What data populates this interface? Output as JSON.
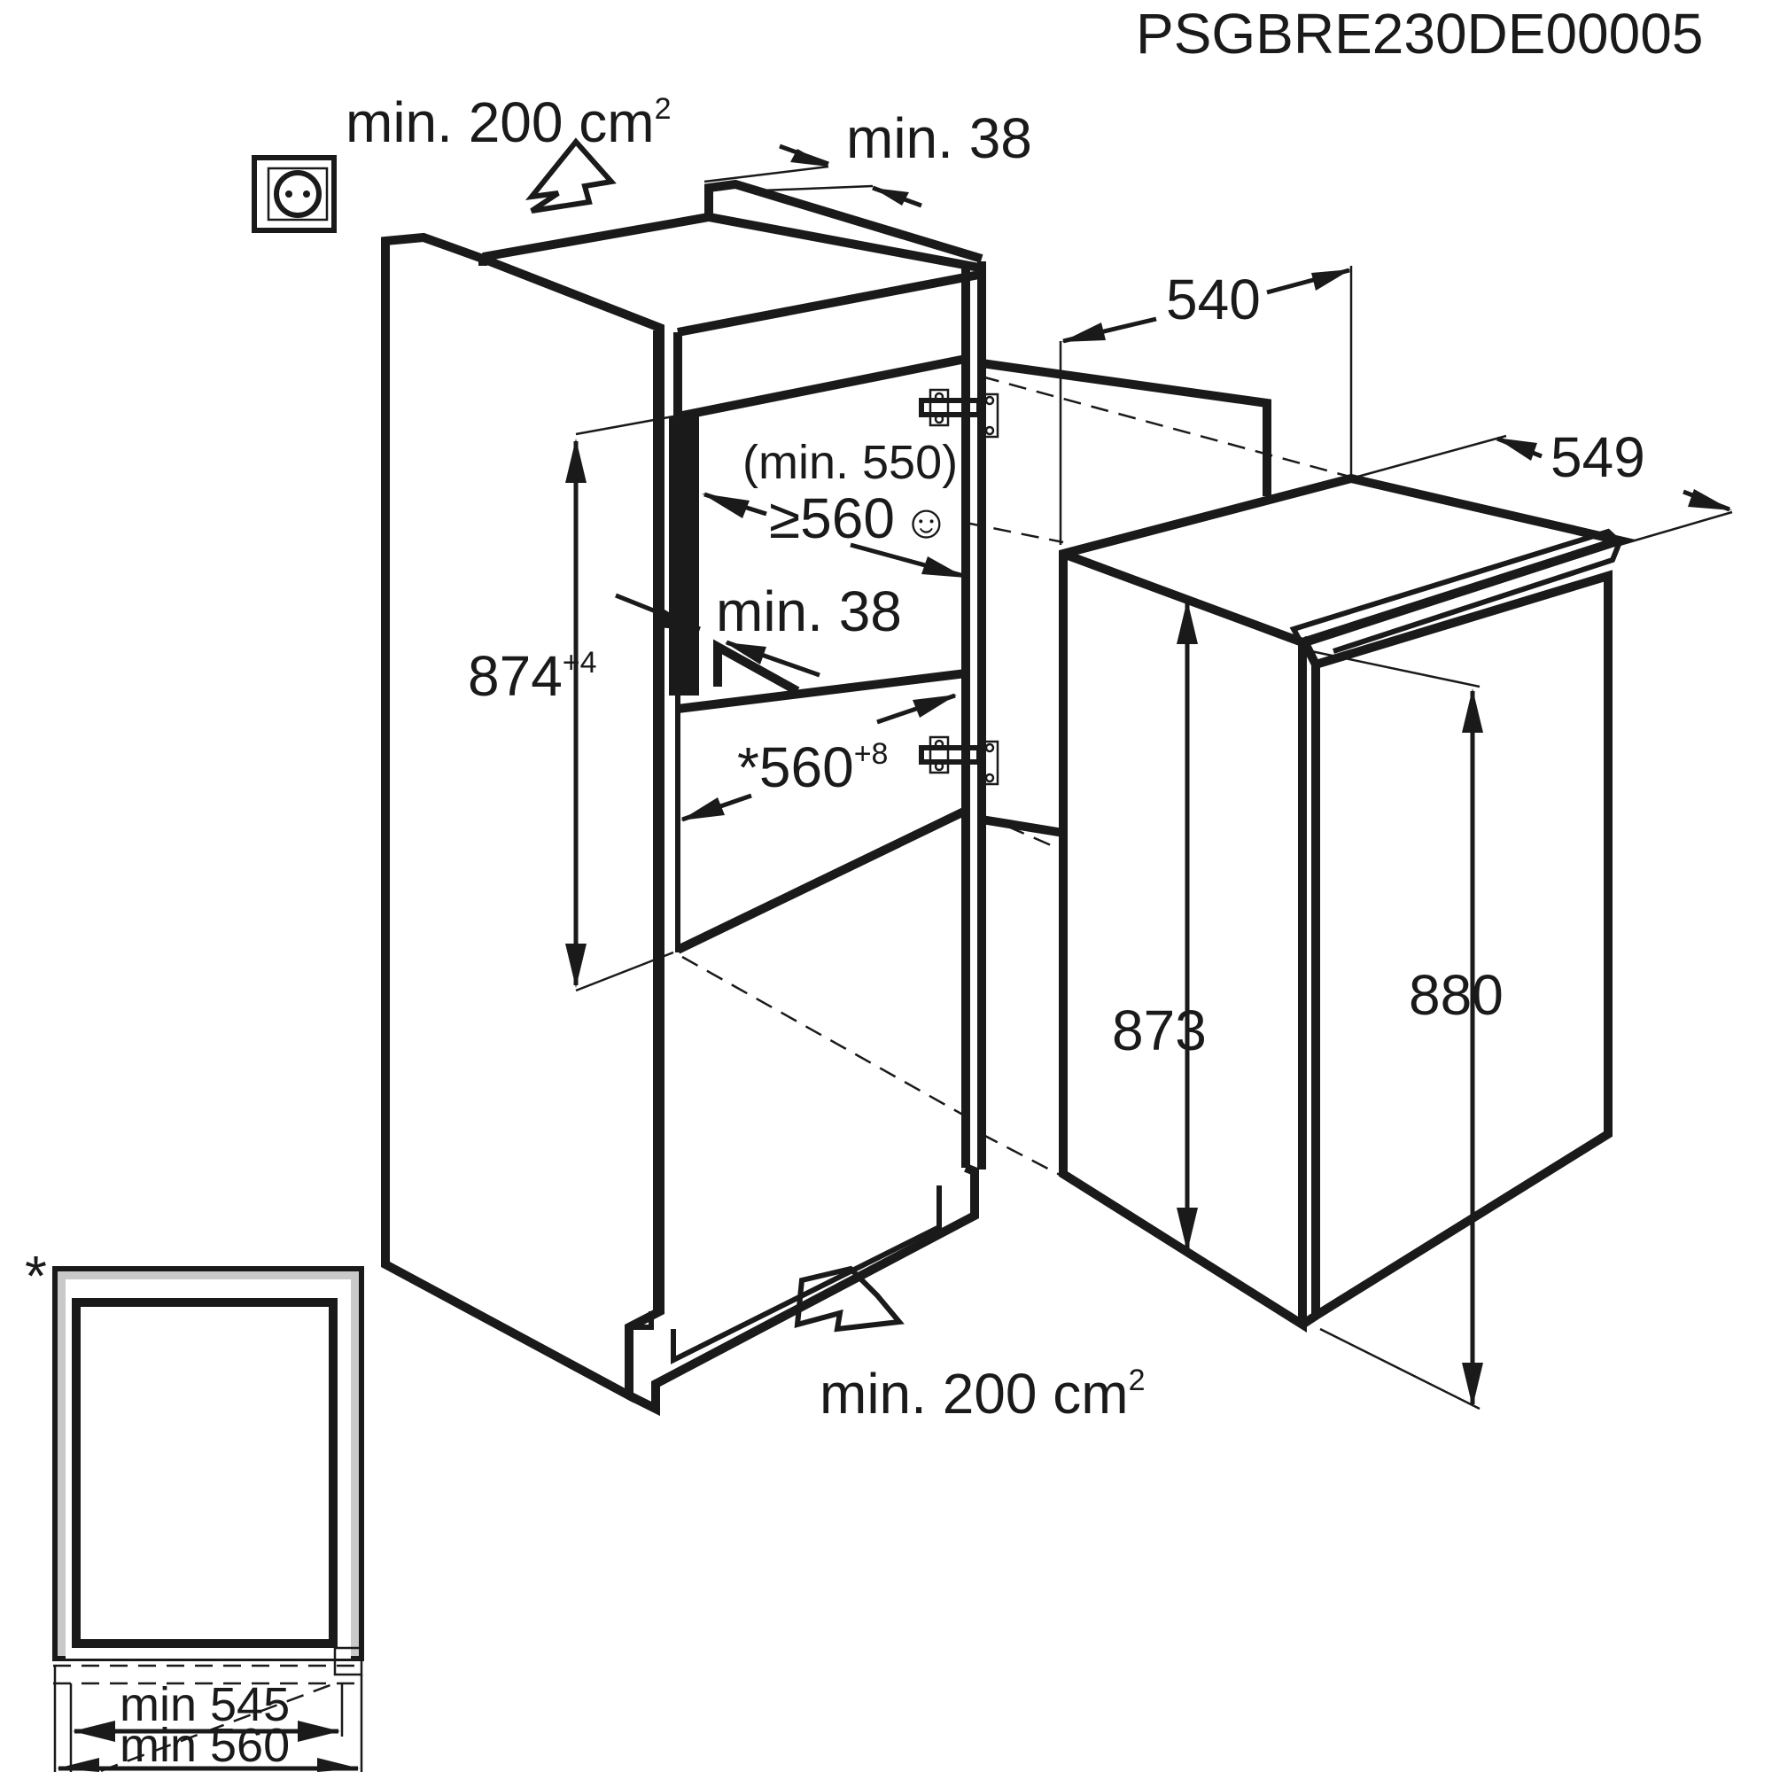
{
  "code": "PSGBRE230DE00005",
  "labels": {
    "vent_top_area": "min. 200 cm",
    "vent_top_sup": "2",
    "top_gap": "min. 38",
    "width_540": "540",
    "depth_549": "549",
    "niche_min": "(min. 550)",
    "niche_depth": "≥560",
    "smile_icon": "☺",
    "rear_gap": "min. 38",
    "niche_height": "874",
    "niche_height_tol": "+4",
    "niche_width": "*560",
    "niche_width_tol": "+8",
    "height_873": "873",
    "height_880": "880",
    "vent_bottom_area": "min. 200 cm",
    "vent_bottom_sup": "2",
    "footnote_star": "*",
    "min_545": "min 545",
    "min_560": "min 560"
  }
}
